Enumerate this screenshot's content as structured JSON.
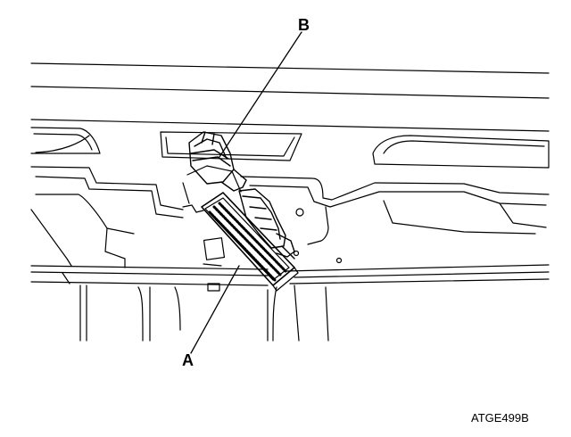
{
  "callouts": {
    "a": "A",
    "b": "B"
  },
  "figure_code": "ATGE499B",
  "colors": {
    "line": "#000000",
    "background": "#ffffff"
  }
}
